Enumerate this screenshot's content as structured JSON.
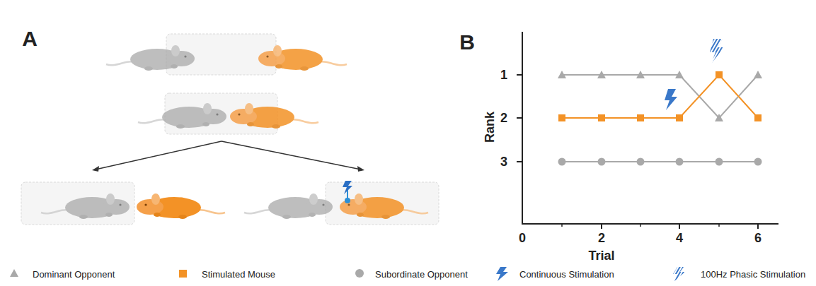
{
  "diagram": {
    "labels": [
      "A",
      "B",
      "1",
      "2",
      "3",
      "0",
      "2",
      "4",
      "6",
      "Rank",
      "Trial"
    ],
    "legend": [
      {
        "text": "Dominant Opponent"
      },
      {
        "text": "Stimulated Mouse",
        "color": "#f39226"
      },
      {
        "text": "Subordinate Opponent"
      },
      {
        "text": "Continuous Stimulation"
      },
      {
        "text": "100Hz Phasic Stimulation"
      }
    ]
  }
}
